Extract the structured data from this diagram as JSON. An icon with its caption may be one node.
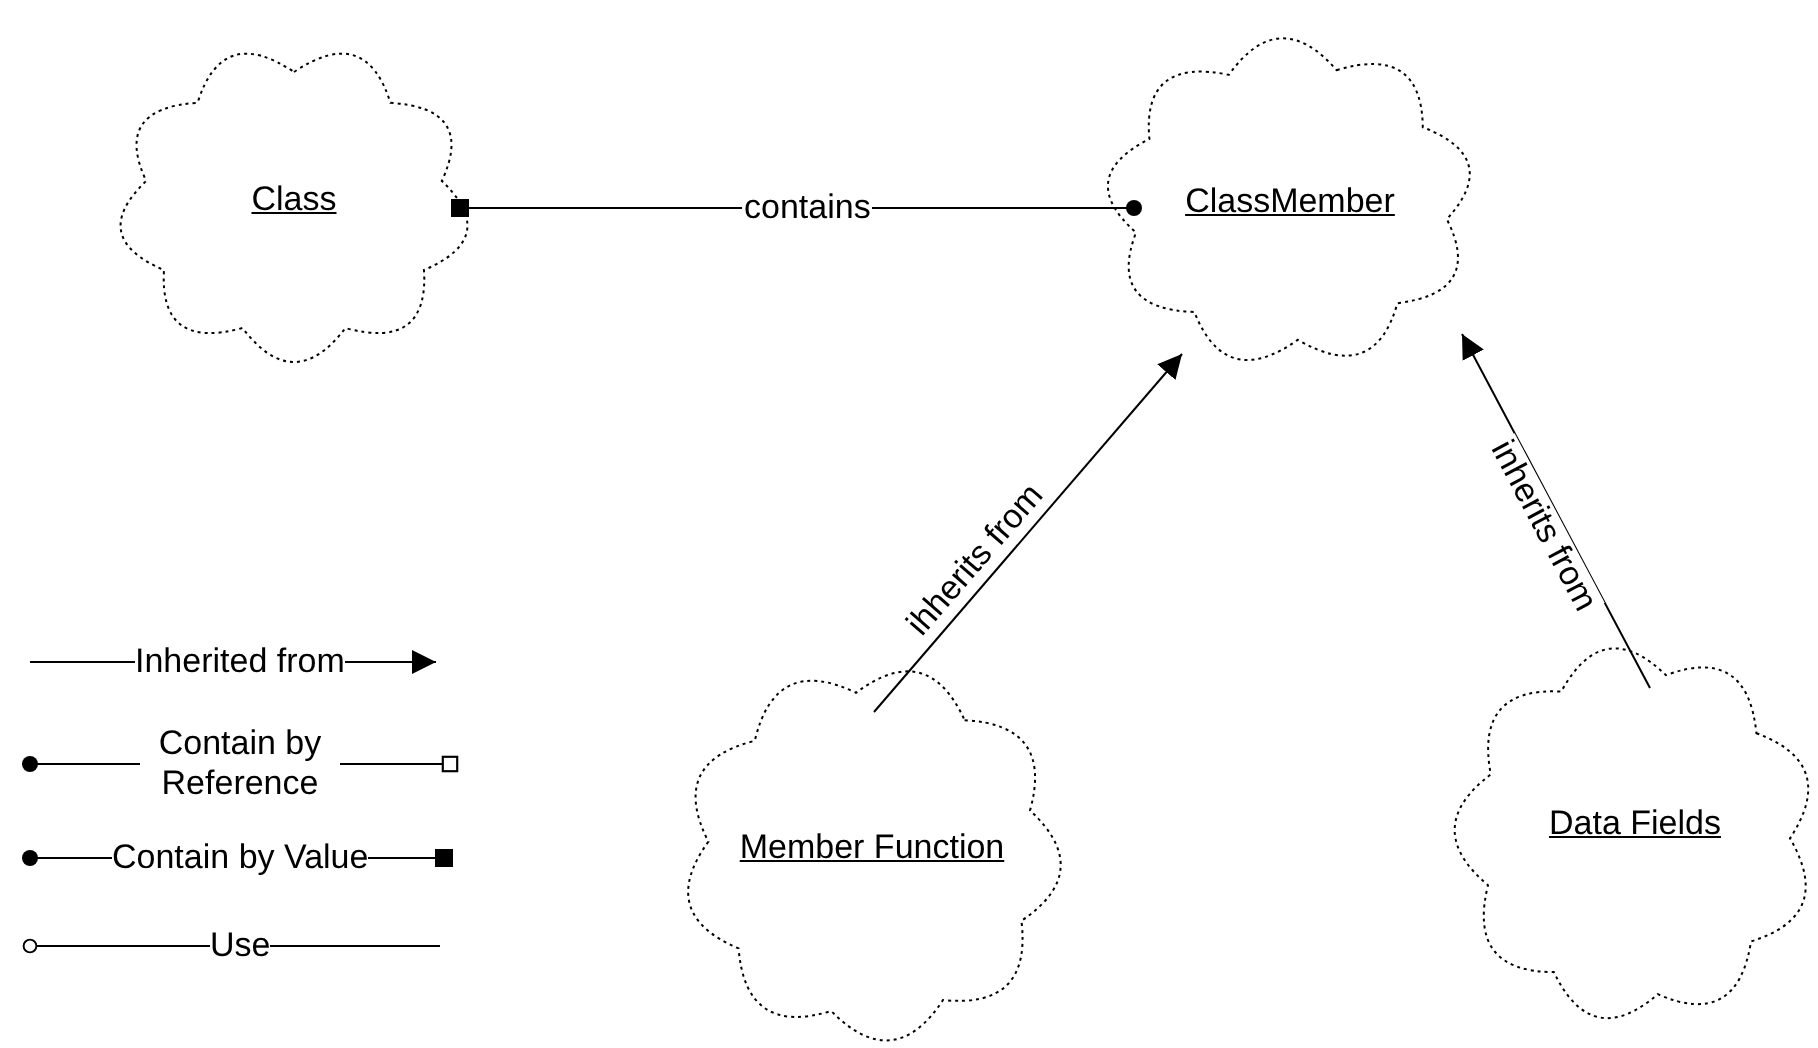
{
  "diagram": {
    "nodes": [
      {
        "text": [
          "Class"
        ]
      },
      {
        "text": [
          "ClassMember"
        ]
      },
      {
        "text": [
          "Member Function"
        ]
      },
      {
        "text": [
          "Data Fields"
        ]
      }
    ],
    "edges": [
      {
        "from": 0,
        "to": 1,
        "arrow": "other",
        "label": "contains"
      },
      {
        "from": 2,
        "to": 1,
        "arrow": "to",
        "label": "ihherits from"
      },
      {
        "from": 3,
        "to": 1,
        "arrow": "to",
        "label": "inherits from"
      }
    ],
    "legend": [
      {
        "text": "Inherited from"
      },
      {
        "text": "Contain by Reference"
      },
      {
        "text": "Contain by Value"
      },
      {
        "text": "Use"
      }
    ]
  }
}
